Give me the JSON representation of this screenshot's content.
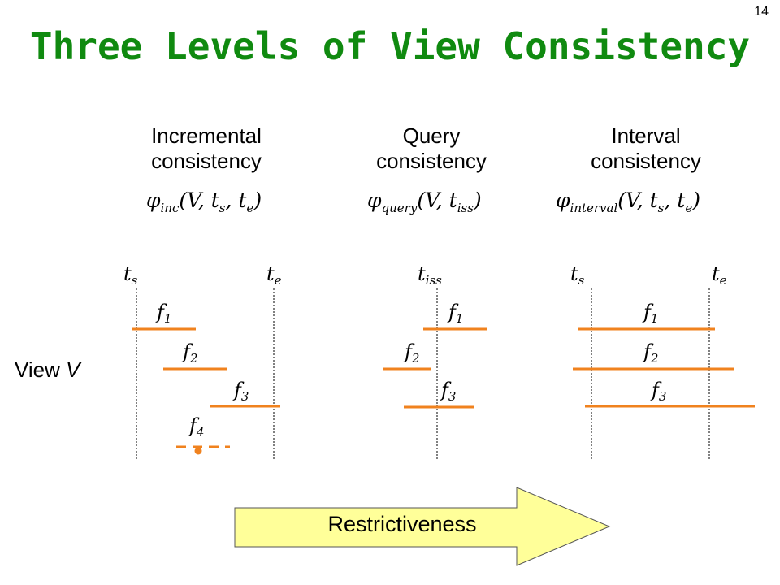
{
  "slide": {
    "page_number": "14",
    "title": "Three Levels of View Consistency",
    "title_color": "#108a10",
    "accent_color": "#f0821e",
    "arrow_fill": "#ffff99"
  },
  "columns": [
    {
      "heading_line1": "Incremental",
      "heading_line2": "consistency",
      "formula_fn": "φ",
      "formula_sub": "inc",
      "formula_args": "(V, t",
      "formula_args_sub1": "s",
      "formula_args_mid": ", t",
      "formula_args_sub2": "e",
      "formula_args_end": ")",
      "time_labels": [
        {
          "base": "t",
          "sub": "s"
        },
        {
          "base": "t",
          "sub": "e"
        }
      ],
      "intervals": [
        {
          "base": "f",
          "sub": "1"
        },
        {
          "base": "f",
          "sub": "2"
        },
        {
          "base": "f",
          "sub": "3"
        },
        {
          "base": "f",
          "sub": "4"
        }
      ]
    },
    {
      "heading_line1": "Query",
      "heading_line2": "consistency",
      "formula_fn": "φ",
      "formula_sub": "query",
      "formula_args": "(V, t",
      "formula_args_sub1": "iss",
      "formula_args_end": ")",
      "time_labels": [
        {
          "base": "t",
          "sub": "iss"
        }
      ],
      "intervals": [
        {
          "base": "f",
          "sub": "1"
        },
        {
          "base": "f",
          "sub": "2"
        },
        {
          "base": "f",
          "sub": "3"
        }
      ]
    },
    {
      "heading_line1": "Interval",
      "heading_line2": "consistency",
      "formula_fn": "φ",
      "formula_sub": "interval",
      "formula_args": "(V, t",
      "formula_args_sub1": "s",
      "formula_args_mid": ", t",
      "formula_args_sub2": "e",
      "formula_args_end": ")",
      "time_labels": [
        {
          "base": "t",
          "sub": "s"
        },
        {
          "base": "t",
          "sub": "e"
        }
      ],
      "intervals": [
        {
          "base": "f",
          "sub": "1"
        },
        {
          "base": "f",
          "sub": "2"
        },
        {
          "base": "f",
          "sub": "3"
        }
      ]
    }
  ],
  "view_label": "View",
  "view_var": "V",
  "arrow_label": "Restrictiveness"
}
